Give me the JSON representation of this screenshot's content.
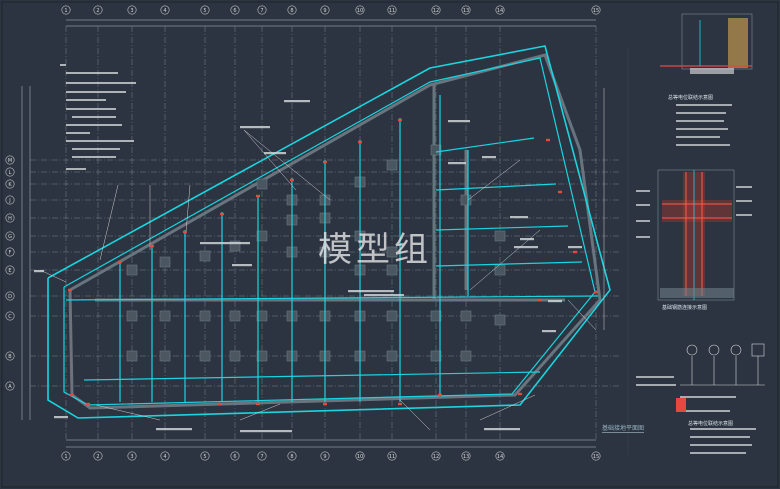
{
  "watermark": "模型组",
  "drawing_title": "基础接地平面图",
  "colors": {
    "background": "#2b3440",
    "boundary": "#19d5e0",
    "column": "#5b6873",
    "grid": "#c8c8c8",
    "annotation": "#d8d8d8",
    "marker": "#e14a3c"
  },
  "grid_labels": {
    "top": [
      "1",
      "2",
      "3",
      "4",
      "5",
      "6",
      "7",
      "8",
      "9",
      "10",
      "11",
      "12",
      "13",
      "14",
      "15"
    ],
    "left": [
      "M",
      "L",
      "K",
      "J",
      "H",
      "G",
      "F",
      "E",
      "D",
      "C",
      "B",
      "A"
    ]
  },
  "side_panel": {
    "title_1": "总等电位联结示意图",
    "title_2": "基础钢筋连接示意图",
    "title_3": "总等电位联结示意图"
  }
}
